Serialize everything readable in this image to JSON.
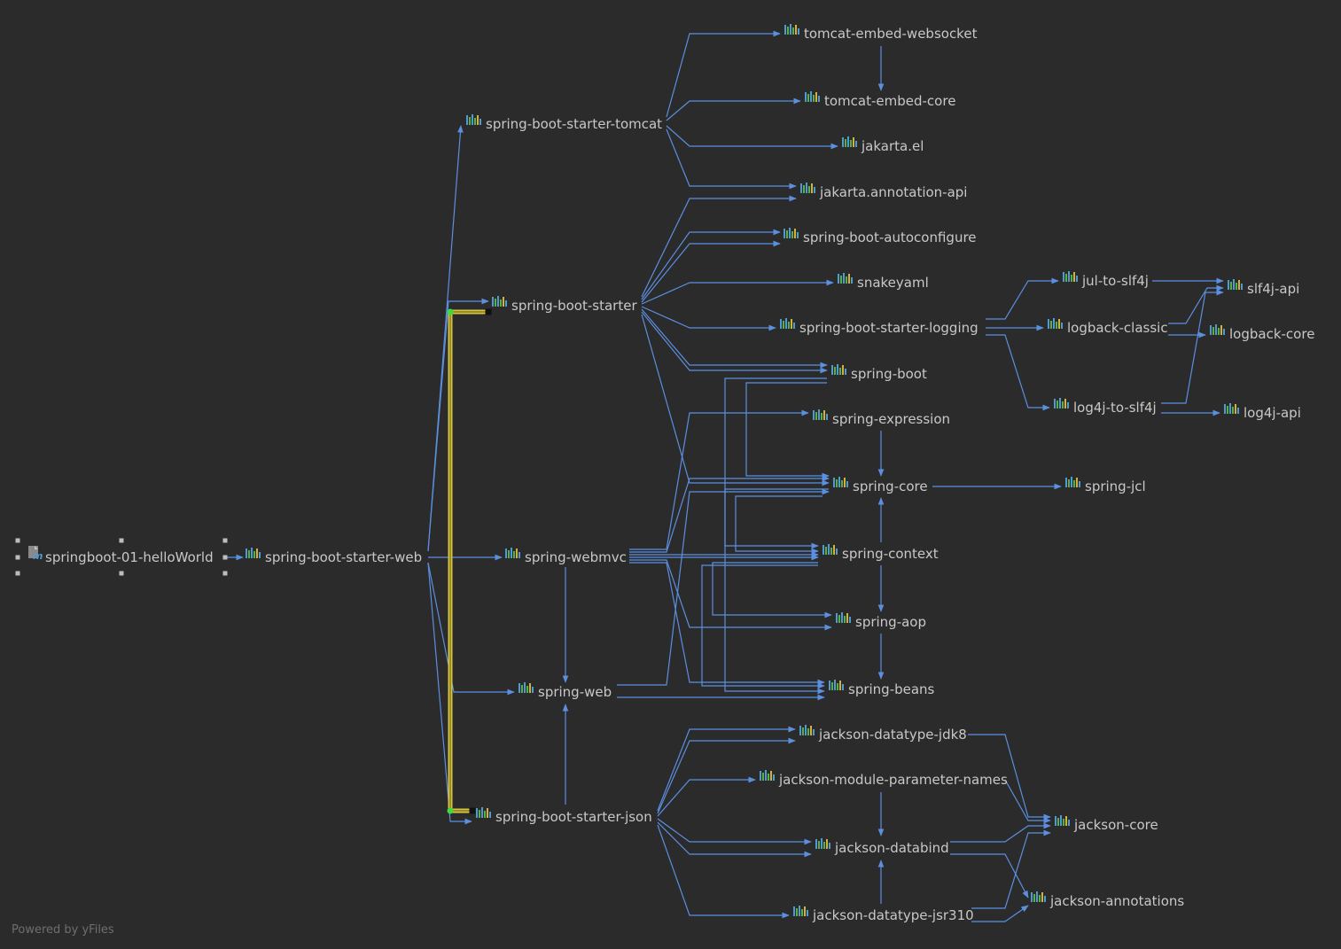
{
  "colors": {
    "background": "#2b2b2b",
    "edge": "#5b8fe0",
    "highlight": "#d9c53b",
    "label": "#c8c8c8",
    "selection_handle": "#bdbdbd"
  },
  "root": {
    "label": "springboot-01-helloWorld",
    "icon": "maven-module-icon",
    "selected": true
  },
  "nodes": {
    "web": "spring-boot-starter-web",
    "tomcat": "spring-boot-starter-tomcat",
    "starter": "spring-boot-starter",
    "webmvc": "spring-webmvc",
    "springweb": "spring-web",
    "json": "spring-boot-starter-json",
    "ws": "tomcat-embed-websocket",
    "tcore": "tomcat-embed-core",
    "el": "jakarta.el",
    "annapi": "jakarta.annotation-api",
    "autoconf": "spring-boot-autoconfigure",
    "snake": "snakeyaml",
    "logging": "spring-boot-starter-logging",
    "boot": "spring-boot",
    "expr": "spring-expression",
    "core": "spring-core",
    "context": "spring-context",
    "aop": "spring-aop",
    "beans": "spring-beans",
    "jdk8": "jackson-datatype-jdk8",
    "pnames": "jackson-module-parameter-names",
    "databind": "jackson-databind",
    "jsr310": "jackson-datatype-jsr310",
    "jul": "jul-to-slf4j",
    "logback": "logback-classic",
    "log4j": "log4j-to-slf4j",
    "slf4j": "slf4j-api",
    "lbcore": "logback-core",
    "log4japi": "log4j-api",
    "jcl": "spring-jcl",
    "jcore": "jackson-core",
    "jann": "jackson-annotations"
  },
  "footer": "Powered by yFiles"
}
